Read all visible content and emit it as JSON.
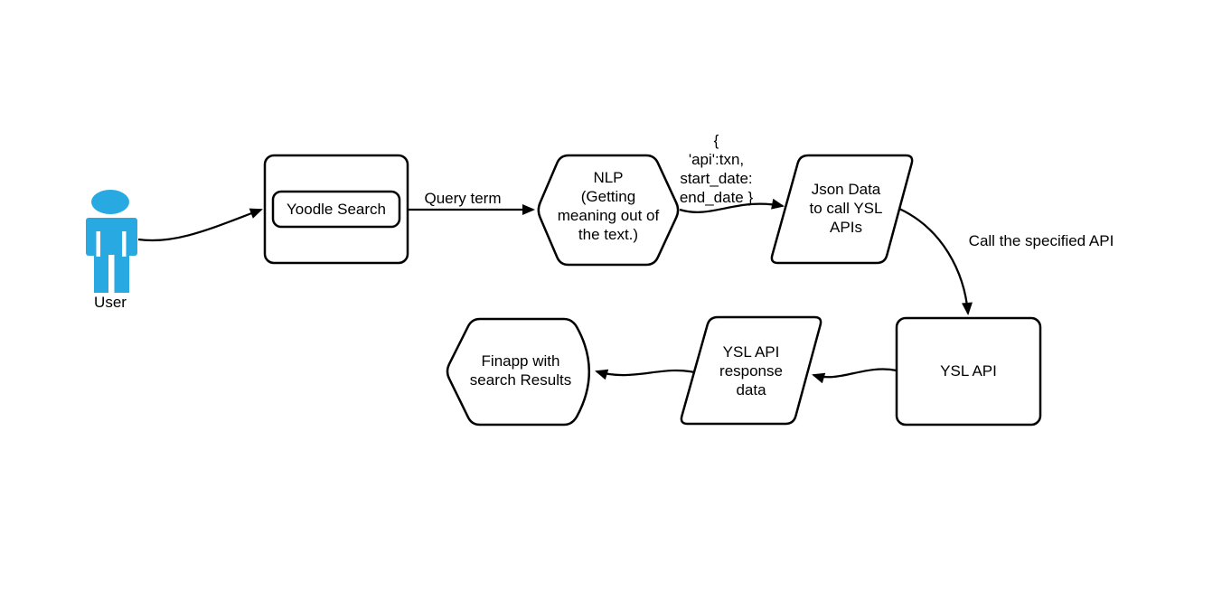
{
  "colors": {
    "background": "#ffffff",
    "stroke": "#000000",
    "actor": "#29a9e2"
  },
  "nodes": {
    "user": {
      "label": "User",
      "shape": "actor"
    },
    "yoodle_search": {
      "label": "Yoodle Search",
      "shape": "rounded-rectangle-nested"
    },
    "nlp": {
      "label": "NLP\n(Getting\nmeaning out of\nthe text.)",
      "shape": "hexagon"
    },
    "json_data": {
      "label": "Json Data\nto call YSL\nAPIs",
      "shape": "parallelogram"
    },
    "ysl_api": {
      "label": "YSL API",
      "shape": "rounded-rectangle"
    },
    "ysl_response": {
      "label": "YSL API\nresponse\ndata",
      "shape": "parallelogram"
    },
    "finapp": {
      "label": "Finapp with\nsearch Results",
      "shape": "display"
    }
  },
  "connections": [
    {
      "from": "user",
      "to": "yoodle_search",
      "label": ""
    },
    {
      "from": "yoodle_search",
      "to": "nlp",
      "label": "Query term"
    },
    {
      "from": "nlp",
      "to": "json_data",
      "label": "{\n'api':txn,\nstart_date:\nend_date }"
    },
    {
      "from": "json_data",
      "to": "ysl_api",
      "label": "Call the specified API"
    },
    {
      "from": "ysl_api",
      "to": "ysl_response",
      "label": ""
    },
    {
      "from": "ysl_response",
      "to": "finapp",
      "label": ""
    }
  ]
}
